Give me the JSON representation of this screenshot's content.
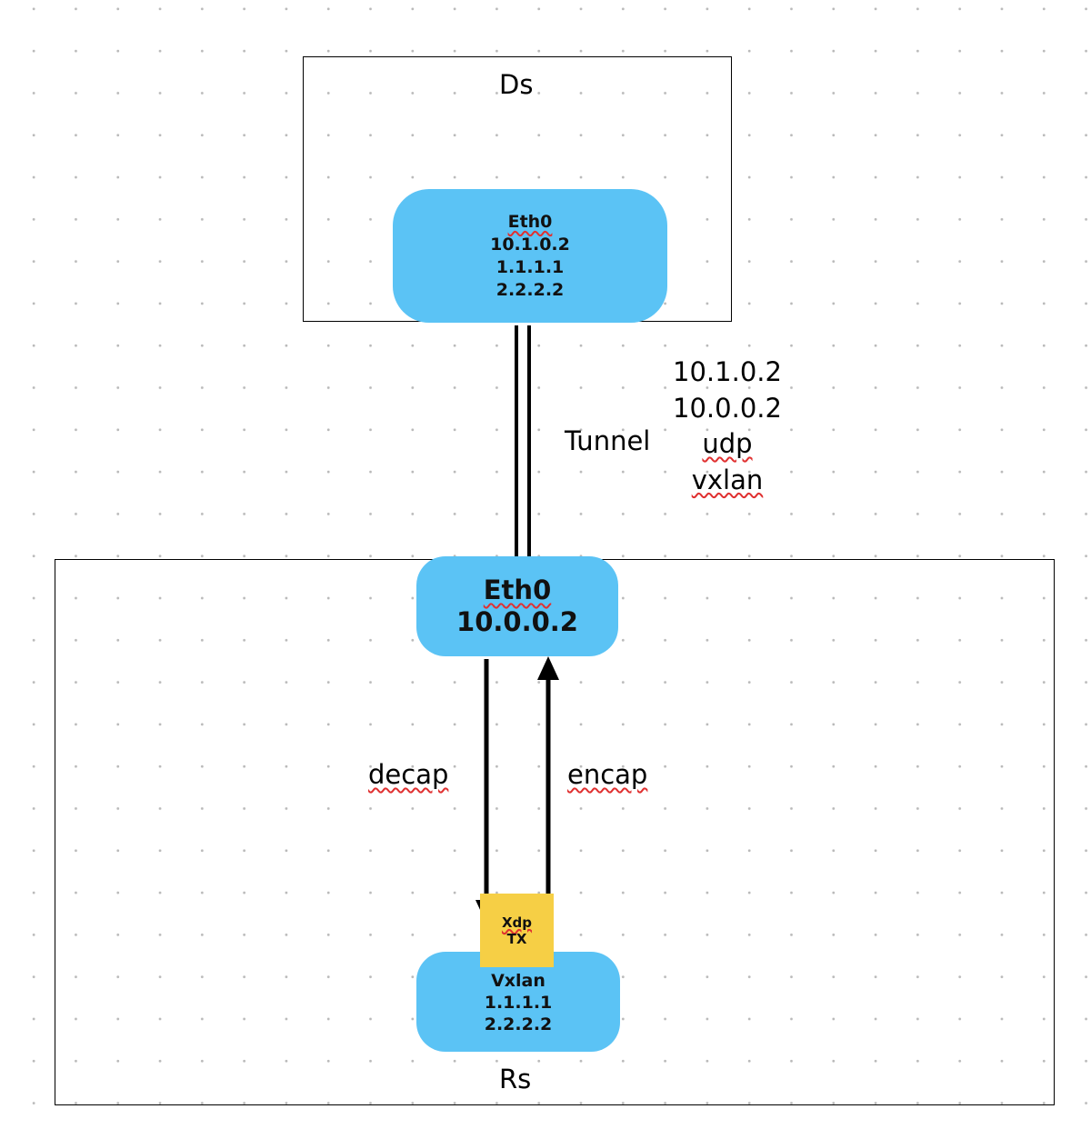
{
  "ds": {
    "title": "Ds",
    "iface": {
      "name": "Eth0",
      "lines": [
        "10.1.0.2",
        "1.1.1.1",
        "2.2.2.2"
      ]
    }
  },
  "tunnel": {
    "label": "Tunnel",
    "headers": [
      "10.1.0.2",
      "10.0.0.2",
      "udp",
      "vxlan"
    ]
  },
  "rs": {
    "title": "Rs",
    "eth0": {
      "name": "Eth0",
      "ip": "10.0.0.2"
    },
    "decap_label": "decap",
    "encap_label": "encap",
    "xdp": {
      "line1": "Xdp",
      "line2": "TX"
    },
    "vxlan": {
      "name": "Vxlan",
      "lines": [
        "1.1.1.1",
        "2.2.2.2"
      ]
    }
  },
  "colors": {
    "node_fill": "#5bc3f5",
    "xdp_fill": "#f6cf45",
    "spellcheck_underline": "#e03030"
  }
}
